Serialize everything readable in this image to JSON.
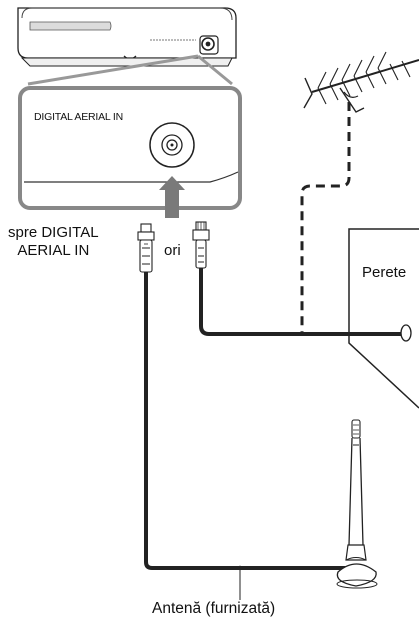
{
  "labels": {
    "panel_port": "DIGITAL AERIAL IN",
    "to_input": "spre DIGITAL\nAERIAL IN",
    "or": "ori",
    "wall": "Perete",
    "antenna": "Antenă (furnizată)"
  }
}
